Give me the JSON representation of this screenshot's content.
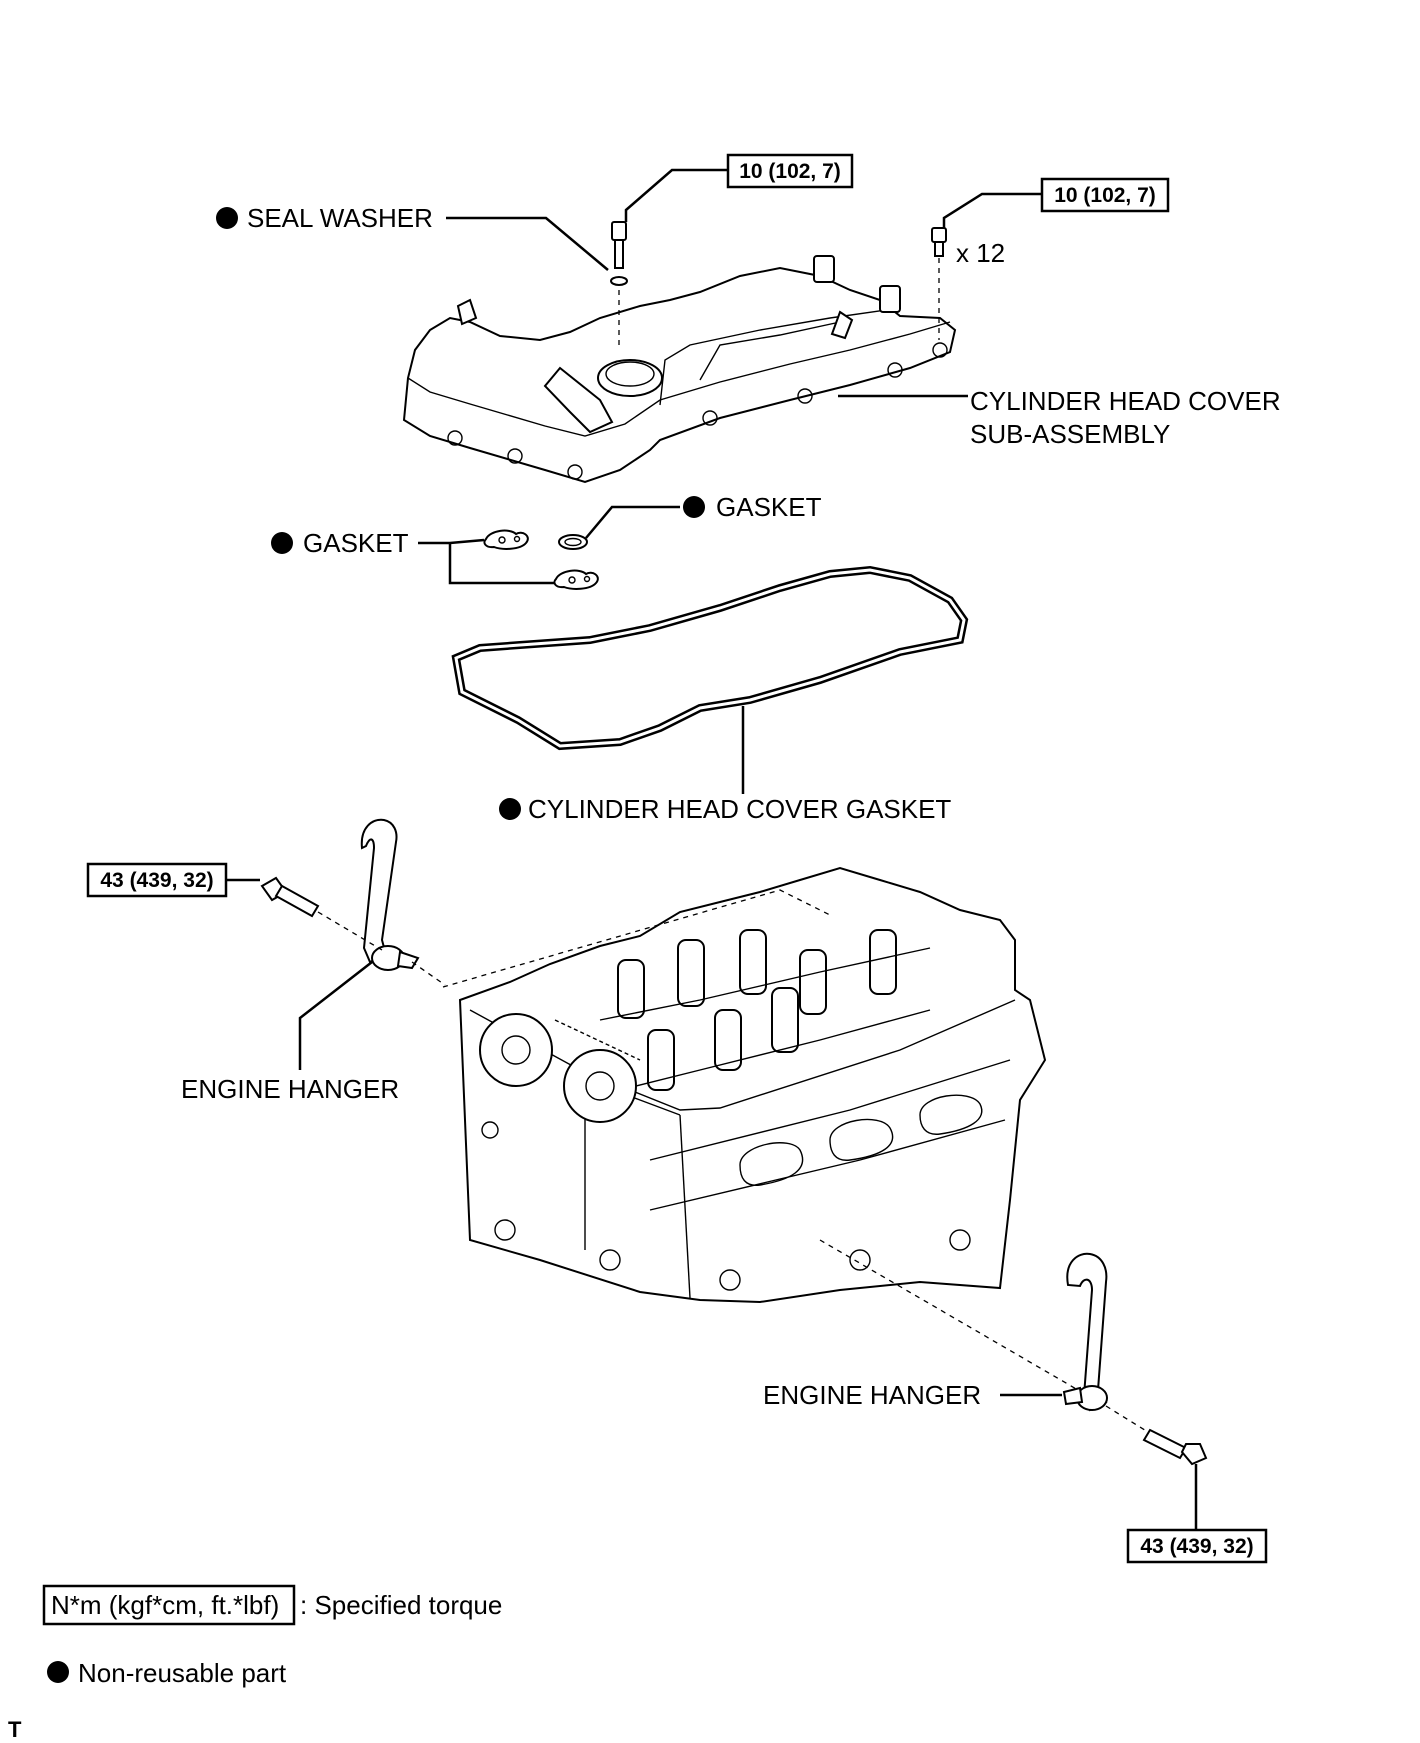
{
  "labels": {
    "seal_washer": "SEAL WASHER",
    "x12": "x 12",
    "cover_line1": "CYLINDER HEAD COVER",
    "cover_line2": "SUB-ASSEMBLY",
    "gasket_right": "GASKET",
    "gasket_left": "GASKET",
    "cover_gasket": "CYLINDER HEAD COVER GASKET",
    "engine_hanger_left": "ENGINE HANGER",
    "engine_hanger_right": "ENGINE HANGER"
  },
  "torques": {
    "seal_washer_bolt": "10 (102, 7)",
    "cover_bolts": "10 (102, 7)",
    "hanger_left_bolt": "43 (439, 32)",
    "hanger_right_bolt": "43 (439, 32)"
  },
  "legend": {
    "unit_box": "N*m (kgf*cm, ft.*lbf)",
    "unit_text": ": Specified torque",
    "nonreusable_text": "Non-reusable part"
  },
  "corner_mark": "T",
  "colors": {
    "ink": "#000000",
    "paper": "#ffffff"
  }
}
